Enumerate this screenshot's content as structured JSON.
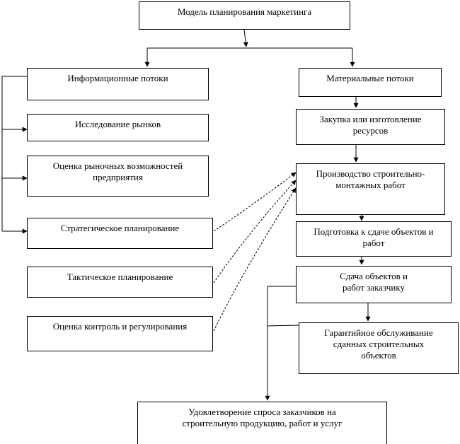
{
  "diagram": {
    "root": "Модель планирования маркетинга",
    "left": {
      "info_flows": "Информационные потоки",
      "market_research": "Исследование рынков",
      "market_capability": "Оценка рыночных возможностей предприятия",
      "strategic": "Стратегическое планирование",
      "tactical": "Тактическое планирование",
      "control": "Оценка контроль и регулирования"
    },
    "right": {
      "material_flows": "Материальные потоки",
      "procurement": "Закупка или изготовление ресурсов",
      "production": "Производство строительно-монтажных работ",
      "preparation": "Подготовка к сдаче объектов и работ",
      "delivery": "Сдача объектов и работ заказчику",
      "warranty": "Гарантийное обслуживание сданных строительных объектов"
    },
    "result": "Удовлетворение спроса заказчиков на строительную продукцию, работ и услуг"
  },
  "colors": {
    "line": "#000000",
    "background": "#ffffff"
  }
}
